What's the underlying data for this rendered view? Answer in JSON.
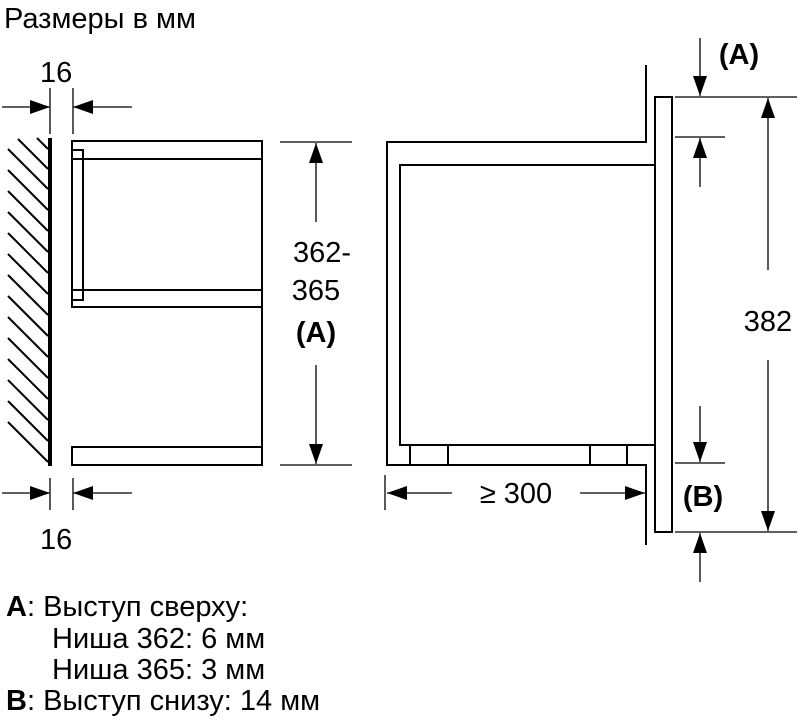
{
  "title": "Размеры в мм",
  "dimensions": {
    "gap_top": "16",
    "gap_bottom": "16",
    "niche_height_line1": "362-",
    "niche_height_line2": "365",
    "niche_height_ref": "(A)",
    "depth": "≥ 300",
    "front_height": "382",
    "label_a": "(A)",
    "label_b": "(B)"
  },
  "legend": {
    "a_key": "A",
    "a_text": ": Выступ сверху:",
    "a_line2": "Ниша 362: 6 мм",
    "a_line3": "Ниша 365: 3 мм",
    "b_key": "B",
    "b_text": ": Выступ снизу: 14 мм"
  },
  "colors": {
    "line": "#000000",
    "background": "#ffffff"
  }
}
